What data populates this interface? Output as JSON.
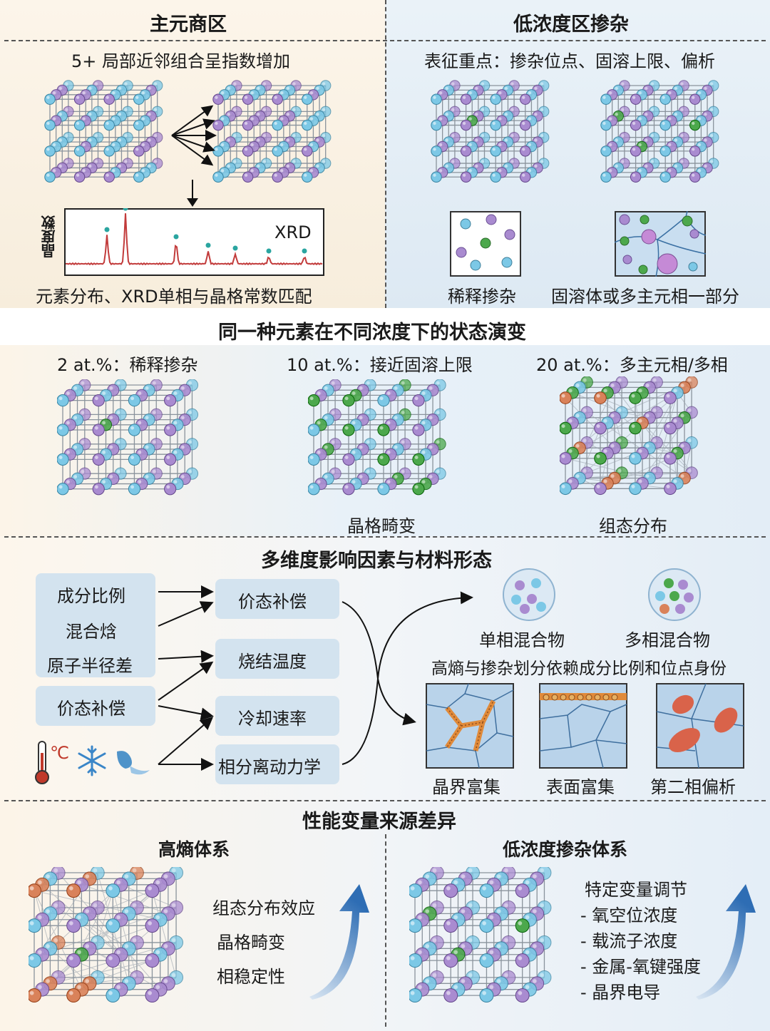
{
  "top": {
    "left_title": "主元商区",
    "right_title": "低浓度区掺杂",
    "left_subtitle": "5+  局部近邻组合呈指数增加",
    "right_subtitle": "表征重点：掺杂位点、固溶上限、偏析",
    "xrd_label": "XRD",
    "xrd_ylabel": "晶度数",
    "left_caption": "元素分布、XRD单相与晶格常数匹配",
    "right_caption_1": "稀释掺杂",
    "right_caption_2": "固溶体或多主元相一部分"
  },
  "evolution": {
    "title": "同一种元素在不同浓度下的状态演变",
    "col1_label": "2 at.%：稀释掺杂",
    "col2_label": "10 at.%：接近固溶上限",
    "col3_label": "20 at.%：多主元相/多相",
    "col2_caption": "晶格畸变",
    "col3_caption": "组态分布"
  },
  "factors": {
    "title": "多维度影响因素与材料形态",
    "input_1": "成分比例",
    "input_2": "混合焓",
    "input_3": "原子半径差",
    "input_4": "价态补偿",
    "temp_unit": "℃",
    "process_1": "价态补偿",
    "process_2": "烧结温度",
    "process_3": "冷却速率",
    "process_4": "相分离动力学",
    "single_phase": "单相混合物",
    "multi_phase": "多相混合物",
    "division_note": "高熵与掺杂划分依赖成分比例和位点身份",
    "morph_1": "晶界富集",
    "morph_2": "表面富集",
    "morph_3": "第二相偏析"
  },
  "performance": {
    "title": "性能变量来源差异",
    "left_title": "高熵体系",
    "right_title": "低浓度掺杂体系",
    "left_items": [
      "组态分布效应",
      "晶格畸变",
      "相稳定性"
    ],
    "right_head": "特定变量调节",
    "right_items": [
      "- 氧空位浓度",
      "- 载流子浓度",
      "- 金属-氧键强度",
      "- 晶界电导"
    ]
  },
  "colors": {
    "cyan_atom": "#7cc8e6",
    "purple_atom": "#a98bd0",
    "green_atom": "#4ca84c",
    "orange_atom": "#d9825a",
    "bg_warm": "#fbf3e6",
    "bg_cool": "#e4eef7",
    "box_blue": "#d3e3ef",
    "arrow_blue": "#2e6db4",
    "xrd_red": "#c23b3b",
    "xrd_marker": "#2aa5a0"
  },
  "icons": [
    "thermometer-icon",
    "snowflake-icon",
    "droplet-icon"
  ]
}
